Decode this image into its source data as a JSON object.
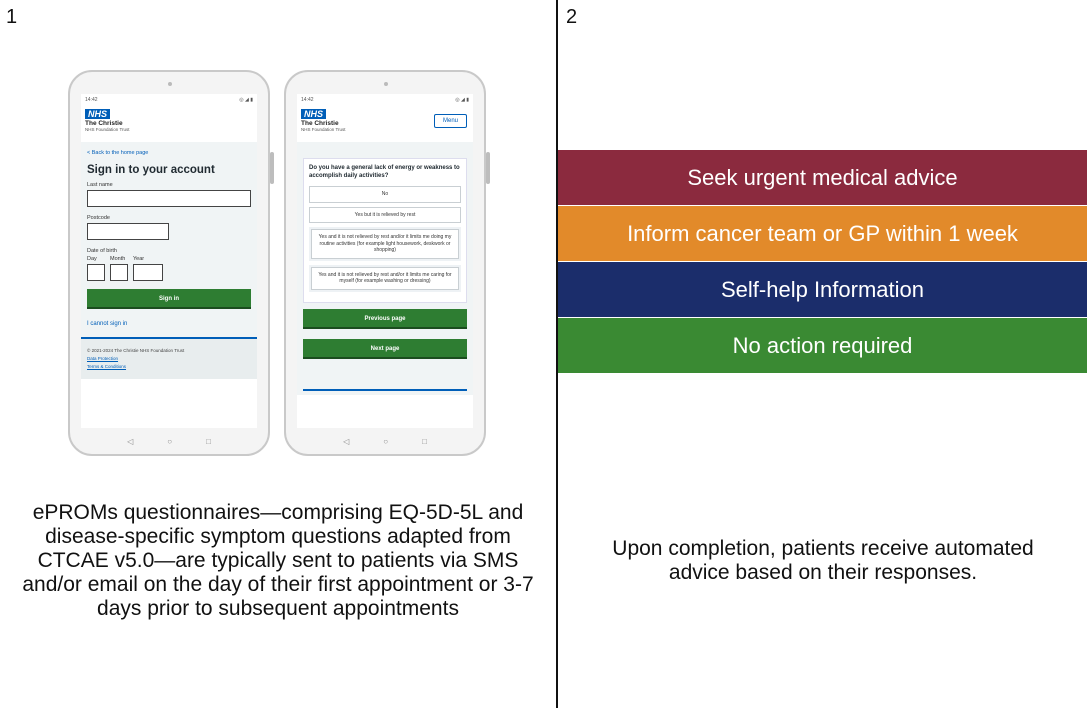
{
  "panels": [
    {
      "number": "1",
      "caption": "ePROMs questionnaires—comprising EQ-5D-5L and disease-specific symptom questions adapted from CTCAE v5.0—are typically sent to patients via SMS and/or email on the day of their first appointment or 3-7 days prior to subsequent appointments"
    },
    {
      "number": "2",
      "caption": "Upon completion, patients receive automated advice based on their responses."
    }
  ],
  "phone_left": {
    "status_time": "14:42",
    "status_icons": "◎ ◢ ▮",
    "logo": "NHS",
    "trust_name": "The Christie",
    "trust_sub": "NHS Foundation Trust",
    "back_link": "< Back to the home page",
    "heading": "Sign in to your account",
    "last_name_label": "Last name",
    "postcode_label": "Postcode",
    "dob_label": "Date of birth",
    "day_label": "Day",
    "month_label": "Month",
    "year_label": "Year",
    "signin_button": "Sign in",
    "cannot_signin": "I cannot sign in",
    "copyright": "© 2021-2024 The Christie NHS Foundation Trust",
    "data_protection": "Data Protection",
    "terms": "Terms & Conditions"
  },
  "phone_right": {
    "status_time": "14:42",
    "status_icons": "◎ ◢ ▮",
    "logo": "NHS",
    "trust_name": "The Christie",
    "trust_sub": "NHS Foundation Trust",
    "menu_button": "Menu",
    "question": "Do you have a general lack of energy or weakness to accomplish daily activities?",
    "options": [
      "No",
      "Yes but it is relieved by rest",
      "Yes and it is not relieved by rest and/or it limits me doing my routine activities (for example light housework, deskwork or shopping)",
      "Yes and it is not relieved by rest and/or it limits me caring for myself (for example washing or dressing)"
    ],
    "previous_button": "Previous page",
    "next_button": "Next page"
  },
  "nav_icons": {
    "back": "◁",
    "home": "○",
    "recent": "□"
  },
  "advice_levels": [
    {
      "label": "Seek urgent medical advice",
      "color": "#8b2a3e"
    },
    {
      "label": "Inform cancer team or GP within 1 week",
      "color": "#e28a2a"
    },
    {
      "label": "Self-help Information",
      "color": "#1b2d6b"
    },
    {
      "label": "No action required",
      "color": "#3a8a33"
    }
  ]
}
